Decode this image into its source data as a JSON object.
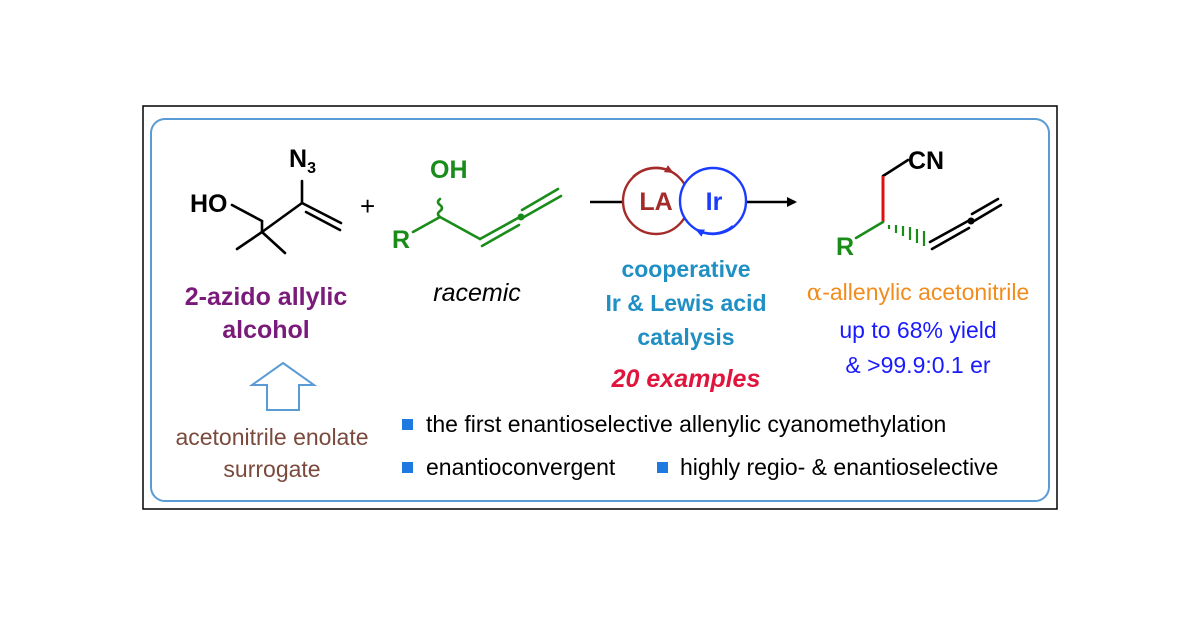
{
  "colors": {
    "frame_outer": "#000000",
    "frame_inner": "#5b9bd5",
    "reagent_label": "#7a1a7a",
    "green_structure": "#1a8c1a",
    "catalysis_text": "#1f8fc4",
    "examples_text": "#e0143c",
    "product_label": "#f28c1e",
    "yield_text": "#1a1aff",
    "surrogate_text": "#7a4a3c",
    "lewis_acid_circle": "#a52a2a",
    "iridium_circle": "#1a3cff",
    "stereo_bond": "#e01010",
    "arrow_outline": "#5b9bd5",
    "bullet": "#1e7ae0"
  },
  "reagent": {
    "ho_label": "HO",
    "n3_label": "N",
    "n3_subscript": "3",
    "name_line1": "2-azido allylic",
    "name_line2": "alcohol"
  },
  "plus_sign": "+",
  "alcohol": {
    "oh_label": "OH",
    "r_label": "R",
    "descriptor": "racemic"
  },
  "catalysts": {
    "lewis_acid": "LA",
    "iridium": "Ir"
  },
  "conditions": {
    "line1": "cooperative",
    "line2": "Ir & Lewis acid",
    "line3": "catalysis",
    "examples": "20 examples"
  },
  "product": {
    "cn_label": "CN",
    "r_label": "R",
    "name_greek": "α",
    "name_rest": "-allenylic acetonitrile",
    "yield_line": "up to 68% yield",
    "er_line": "& >99.9:0.1 er"
  },
  "surrogate": {
    "line1": "acetonitrile enolate",
    "line2": "surrogate"
  },
  "highlights": [
    "the first enantioselective allenylic cyanomethylation",
    "enantioconvergent",
    "highly regio- & enantioselective"
  ]
}
